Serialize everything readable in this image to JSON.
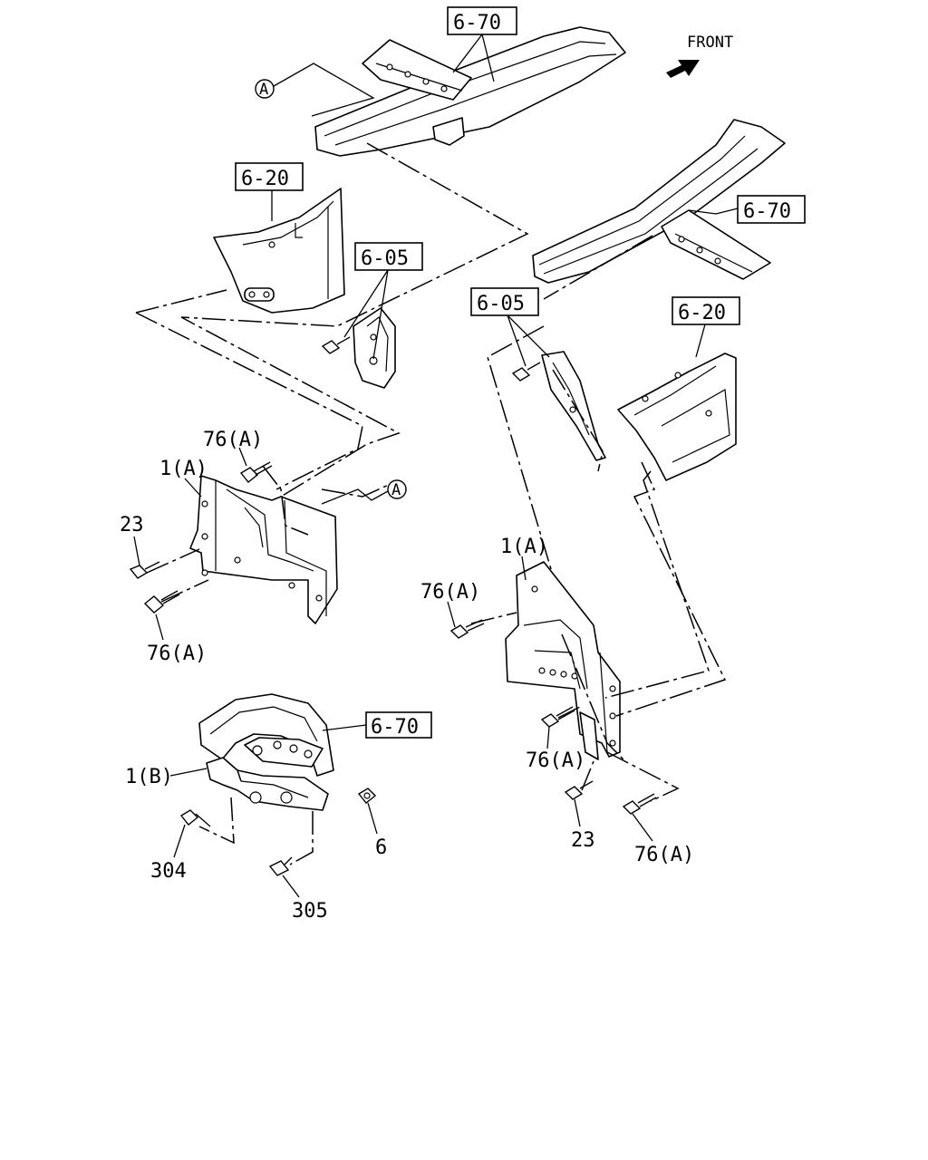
{
  "direction": {
    "label": "FRONT",
    "arrow_icon": "front-arrow-icon"
  },
  "refs": {
    "ref_6_70": "6-70",
    "ref_6_20": "6-20",
    "ref_6_05": "6-05"
  },
  "callouts": {
    "a": "A"
  },
  "parts": {
    "p1a": "1(A)",
    "p1b": "1(B)",
    "p76a": "76(A)",
    "p23": "23",
    "p6": "6",
    "p304": "304",
    "p305": "305"
  }
}
